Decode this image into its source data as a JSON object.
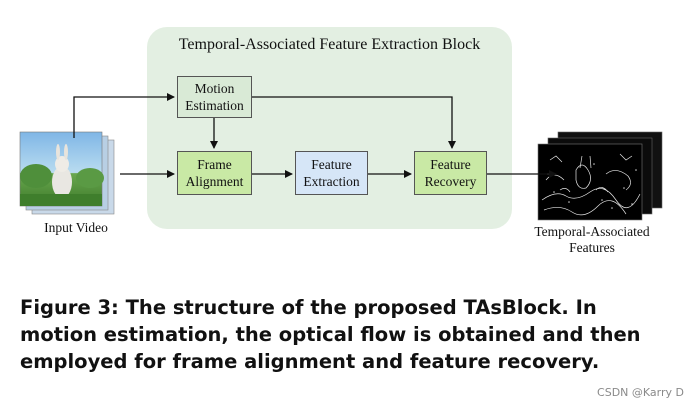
{
  "diagram": {
    "block_title": "Temporal-Associated Feature Extraction Block",
    "nodes": {
      "motion_estimation": "Motion\nEstimation",
      "frame_alignment": "Frame\nAlignment",
      "feature_extraction": "Feature\nExtraction",
      "feature_recovery": "Feature\nRecovery"
    },
    "input_label": "Input Video",
    "output_label": "Temporal-Associated\nFeatures",
    "colors": {
      "block_background": "#e3efe2",
      "motion_box": "#d9ead6",
      "green_box": "#c9e9a5",
      "blue_box": "#d6e6f7"
    }
  },
  "caption": "Figure 3: The structure of the proposed TAsBlock. In motion estimation, the optical flow is obtained and then employed for frame alignment and feature recovery.",
  "watermark": "CSDN @Karry D"
}
